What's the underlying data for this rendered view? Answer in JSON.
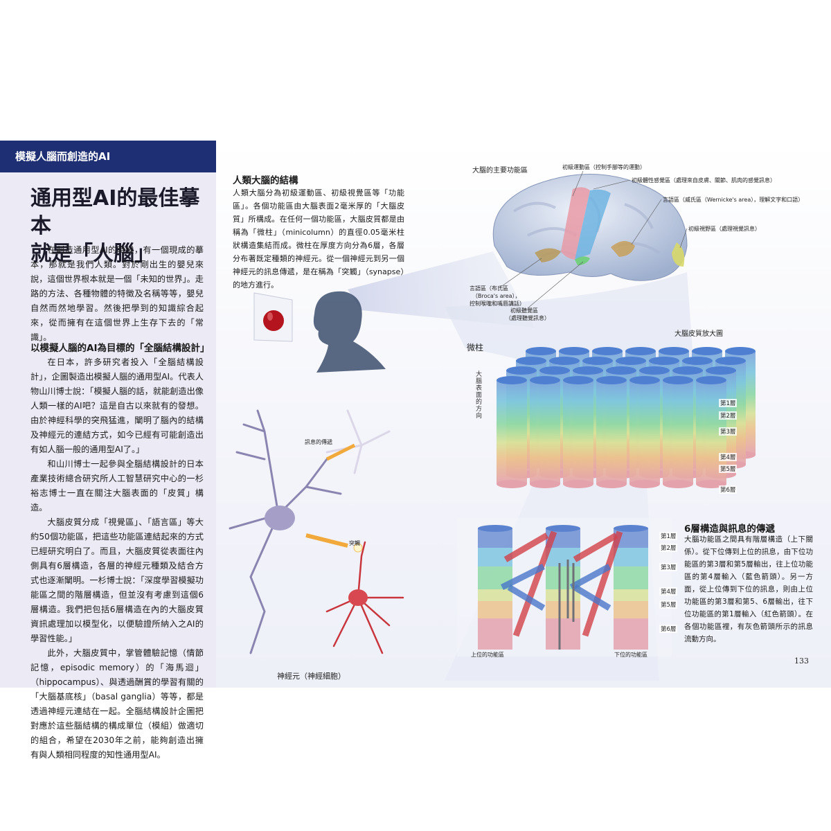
{
  "section": "模擬人腦而創造的AI",
  "title_line1": "通用型AI的最佳摹本",
  "title_line2": "就是「人腦」",
  "intro": "在創造通用型AI的時候，有一個現成的摹本，那就是我們人類。對於剛出生的嬰兒來說，這個世界根本就是一個「未知的世界」。走路的方法、各種物體的特徵及名稱等等，嬰兒自然而然地學習。然後把學到的知識綜合起來，從而擁有在這個世界上生存下去的「常識」。",
  "subhead1": "以模擬人腦的AI為目標的「全腦結構設計」",
  "paragraphs": [
    "在日本，許多研究者投入「全腦結構設計」，企圖製造出模擬人腦的通用型AI。代表人物山川博士說：「模擬人腦的話，就能創造出像人類一樣的AI吧？這是自古以來就有的發想。由於神經科學的突飛猛進，闡明了腦內的結構及神經元的連結方式，如今已經有可能創造出有如人腦一般的通用型AI了。」",
    "和山川博士一起參與全腦結構設計的日本產業技術總合研究所人工智慧研究中心的一杉裕志博士一直在關注大腦表面的「皮質」構造。",
    "大腦皮質分成「視覺區」、「語言區」等大約50個功能區，把這些功能區連結起來的方式已經研究明白了。而且，大腦皮質從表面往內側具有6層構造，各層的神經元種類及結合方式也逐漸闡明。一杉博士說：「深度學習模擬功能區之間的階層構造，但並沒有考慮到這個6層構造。我們把包括6層構造在內的大腦皮質資訊處理加以模型化，以便驗證所納入之AI的學習性能。」",
    "此外，大腦皮質中，掌管體驗記憶（情節記憶，episodic memory）的「海馬迴」（hippocampus）、與透過酬賞的學習有關的「大腦基底核」（basal ganglia）等等，都是透過神經元連結在一起。全腦結構設計企圖把對應於這些腦結構的構成單位（模組）做適切的組合，希望在2030年之前，能夠創造出擁有與人類相同程度的知性通用型AI。"
  ],
  "brain_block": {
    "heading": "人類大腦的結構",
    "text": "人類大腦分為初級運動區、初級視覺區等「功能區」。各個功能區由大腦表面2毫米厚的「大腦皮質」所構成。在任何一個功能區，大腦皮質都是由稱為「微柱」（minicolumn）的直徑0.05毫米柱狀構造集結而成。微柱在厚度方向分為6層，各層分布著既定種類的神經元。從一個神經元到另一個神經元的訊息傳遞，是在稱為「突觸」（synapse）的地方進行。"
  },
  "brain_labels": {
    "title": "大腦的主要功能區",
    "motor": "初級運動區（控制手腳等的運動）",
    "somato": "初級體性感覺區（處理來自皮膚、關節、肌肉的感覺訊息）",
    "wernicke": "言語區（威氏區（Wernicke's area），理解文字和口語）",
    "visual": "初級視野區（處理視覺訊息）",
    "broca_1": "言語區（布氏區",
    "broca_2": "（Broca's area），",
    "broca_3": "控制喉嚨和嘴唇講話）",
    "auditory_1": "初級聽覺區",
    "auditory_2": "（處理聽覺訊息）"
  },
  "columns": {
    "enlarge_label": "大腦皮質放大圖",
    "minicolumn_label": "微柱",
    "direction_label": "大腦表面的方向",
    "layers": [
      "第1層",
      "第2層",
      "第3層",
      "第4層",
      "第5層",
      "第6層"
    ]
  },
  "neuron": {
    "signal_label": "訊息的傳遞",
    "synapse_label": "突觸",
    "caption": "神經元（神經細胞）"
  },
  "six_layer": {
    "heading": "6層構造與訊息的傳遞",
    "text": "大腦功能區之間具有階層構造（上下關係）。從下位傳到上位的訊息，由下位功能區的第3層和第5層輸出，往上位功能區的第4層輸入（藍色箭頭）。另一方面，從上位傳到下位的訊息，則由上位功能區的第3層和第5、6層輸出，往下位功能區的第1層輸入（紅色箭頭）。在各個功能區裡，有灰色箭頭所示的訊息流動方向。",
    "upper_label": "上位的功能區",
    "lower_label": "下位的功能區"
  },
  "page_number": "133",
  "colors": {
    "banner": "#1f2f74",
    "left_bg": "#eceaf4",
    "layer1": "#6f8fd2",
    "layer2": "#7fc6df",
    "layer3": "#8fd8a6",
    "layer4": "#d8e29a",
    "layer5": "#ecc28e",
    "layer6": "#e4a2ad",
    "red_arrow": "#d3414a",
    "blue_arrow": "#4a77c9"
  }
}
